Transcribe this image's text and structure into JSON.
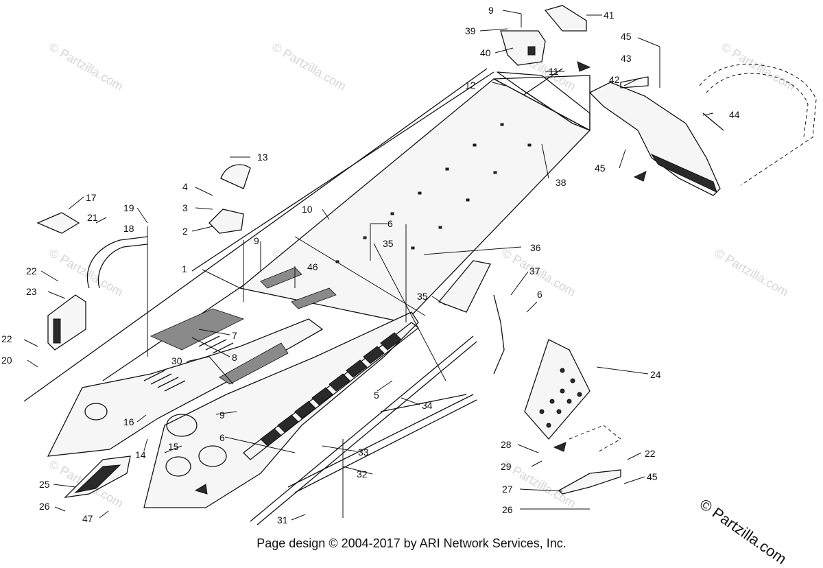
{
  "footer": "Page design © 2004-2017 by ARI Network Services, Inc.",
  "side_copyright": "© Partzilla.com",
  "watermark": "© Partzilla.com",
  "callouts": [
    {
      "id": "c9a",
      "text": "9"
    },
    {
      "id": "c41",
      "text": "41"
    },
    {
      "id": "c39",
      "text": "39"
    },
    {
      "id": "c45a",
      "text": "45"
    },
    {
      "id": "c40",
      "text": "40"
    },
    {
      "id": "c43",
      "text": "43"
    },
    {
      "id": "c11",
      "text": "11"
    },
    {
      "id": "c42",
      "text": "42"
    },
    {
      "id": "c12",
      "text": "12"
    },
    {
      "id": "c44",
      "text": "44"
    },
    {
      "id": "c45b",
      "text": "45"
    },
    {
      "id": "c13",
      "text": "13"
    },
    {
      "id": "c38",
      "text": "38"
    },
    {
      "id": "c4",
      "text": "4"
    },
    {
      "id": "c17",
      "text": "17"
    },
    {
      "id": "c19",
      "text": "19"
    },
    {
      "id": "c3",
      "text": "3"
    },
    {
      "id": "c10",
      "text": "10"
    },
    {
      "id": "c21",
      "text": "21"
    },
    {
      "id": "c18",
      "text": "18"
    },
    {
      "id": "c6a",
      "text": "6"
    },
    {
      "id": "c2",
      "text": "2"
    },
    {
      "id": "c9b",
      "text": "9"
    },
    {
      "id": "c35a",
      "text": "35"
    },
    {
      "id": "c36",
      "text": "36"
    },
    {
      "id": "c1",
      "text": "1"
    },
    {
      "id": "c46",
      "text": "46"
    },
    {
      "id": "c22a",
      "text": "22"
    },
    {
      "id": "c37",
      "text": "37"
    },
    {
      "id": "c23",
      "text": "23"
    },
    {
      "id": "c35b",
      "text": "35"
    },
    {
      "id": "c6b",
      "text": "6"
    },
    {
      "id": "c7",
      "text": "7"
    },
    {
      "id": "c22b",
      "text": "22"
    },
    {
      "id": "c8",
      "text": "8"
    },
    {
      "id": "c20",
      "text": "20"
    },
    {
      "id": "c30",
      "text": "30"
    },
    {
      "id": "c24",
      "text": "24"
    },
    {
      "id": "c5",
      "text": "5"
    },
    {
      "id": "c34",
      "text": "34"
    },
    {
      "id": "c16",
      "text": "16"
    },
    {
      "id": "c9c",
      "text": "9"
    },
    {
      "id": "c14",
      "text": "14"
    },
    {
      "id": "c6c",
      "text": "6"
    },
    {
      "id": "c15",
      "text": "15"
    },
    {
      "id": "c28",
      "text": "28"
    },
    {
      "id": "c33",
      "text": "33"
    },
    {
      "id": "c22c",
      "text": "22"
    },
    {
      "id": "c29",
      "text": "29"
    },
    {
      "id": "c32",
      "text": "32"
    },
    {
      "id": "c25",
      "text": "25"
    },
    {
      "id": "c45c",
      "text": "45"
    },
    {
      "id": "c27",
      "text": "27"
    },
    {
      "id": "c26a",
      "text": "26"
    },
    {
      "id": "c47",
      "text": "47"
    },
    {
      "id": "c26b",
      "text": "26"
    },
    {
      "id": "c31",
      "text": "31"
    }
  ]
}
